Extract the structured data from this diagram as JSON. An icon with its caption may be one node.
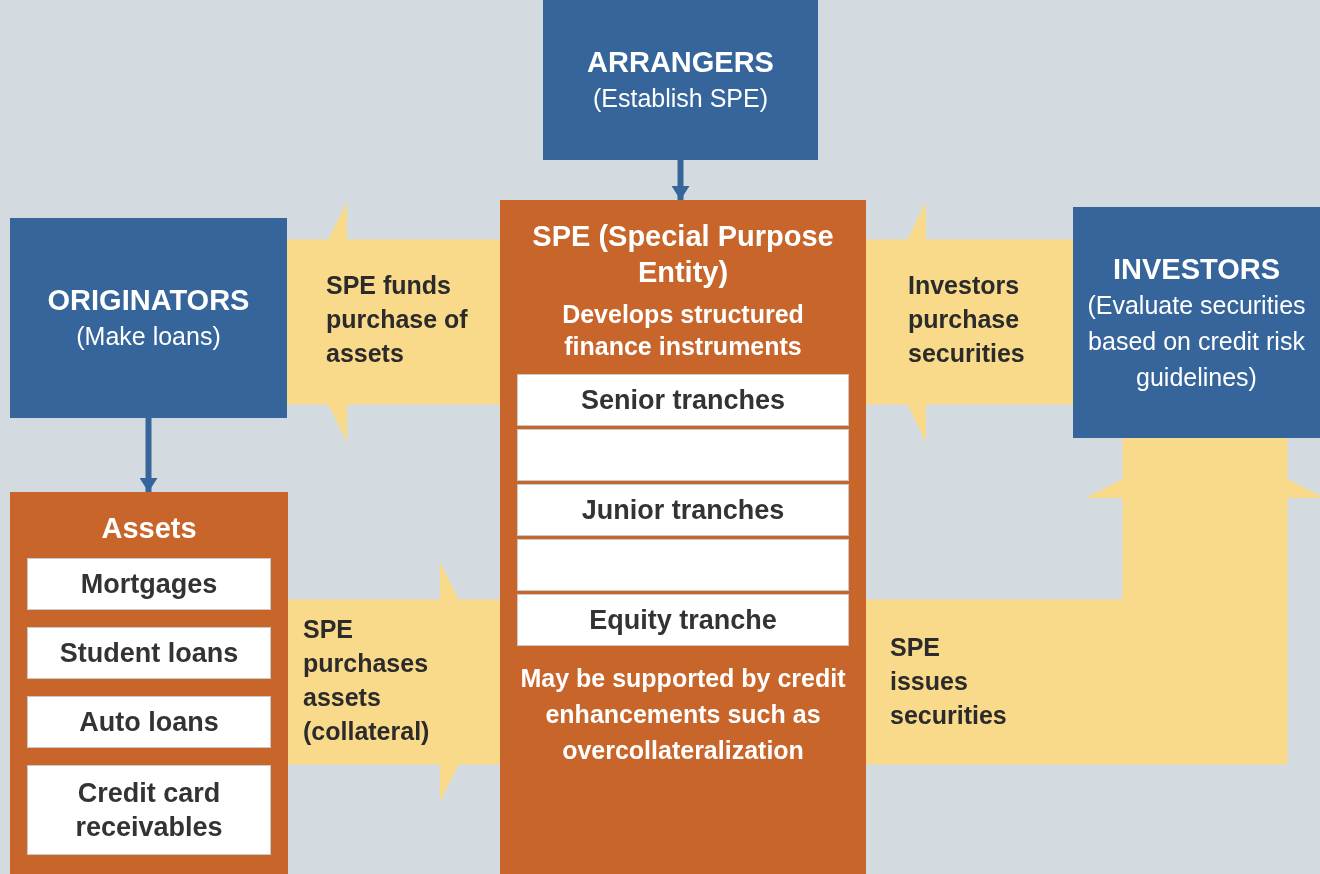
{
  "diagram": {
    "nodes": [
      {
        "text": [
          "ARRANGERS",
          "(Establish SPE)"
        ]
      },
      {
        "text": [
          "ORIGINATORS",
          "(Make loans)"
        ]
      },
      {
        "text": [
          "SPE (Special Purpose Entity)",
          "Develops structured finance instruments",
          "May be supported by credit enhancements such as overcollateralization"
        ]
      },
      {
        "text": [
          "Senior tranches"
        ],
        "in": 2
      },
      {
        "text": [],
        "shape": "box",
        "in": 2
      },
      {
        "text": [
          "Junior tranches"
        ],
        "in": 2
      },
      {
        "text": [],
        "shape": "box",
        "in": 2
      },
      {
        "text": [
          "Equity tranche"
        ],
        "in": 2
      },
      {
        "text": [
          "INVESTORS",
          "(Evaluate securities based on credit risk guidelines)"
        ]
      },
      {
        "text": [
          "Assets"
        ]
      },
      {
        "text": [
          "Mortgages"
        ],
        "in": 9
      },
      {
        "text": [
          "Student loans"
        ],
        "in": 9
      },
      {
        "text": [
          "Auto loans"
        ],
        "in": 9
      },
      {
        "text": [
          "Credit card receivables"
        ],
        "in": 9
      }
    ],
    "edges": [
      {
        "from": 0,
        "to": 2,
        "arrow": "to",
        "color": "#35659a"
      },
      {
        "from": 2,
        "to": 1,
        "arrow": "to",
        "label": "SPE funds purchase of assets"
      },
      {
        "from": 8,
        "to": 2,
        "arrow": "to",
        "label": "Investors purchase securities"
      },
      {
        "from": 1,
        "to": 9,
        "arrow": "to",
        "color": "#35659a"
      },
      {
        "from": 9,
        "to": 2,
        "arrow": "to",
        "label": "SPE purchases assets (collateral)"
      },
      {
        "from": 2,
        "to": 8,
        "arrow": "to",
        "label": "SPE issues securities"
      }
    ]
  }
}
